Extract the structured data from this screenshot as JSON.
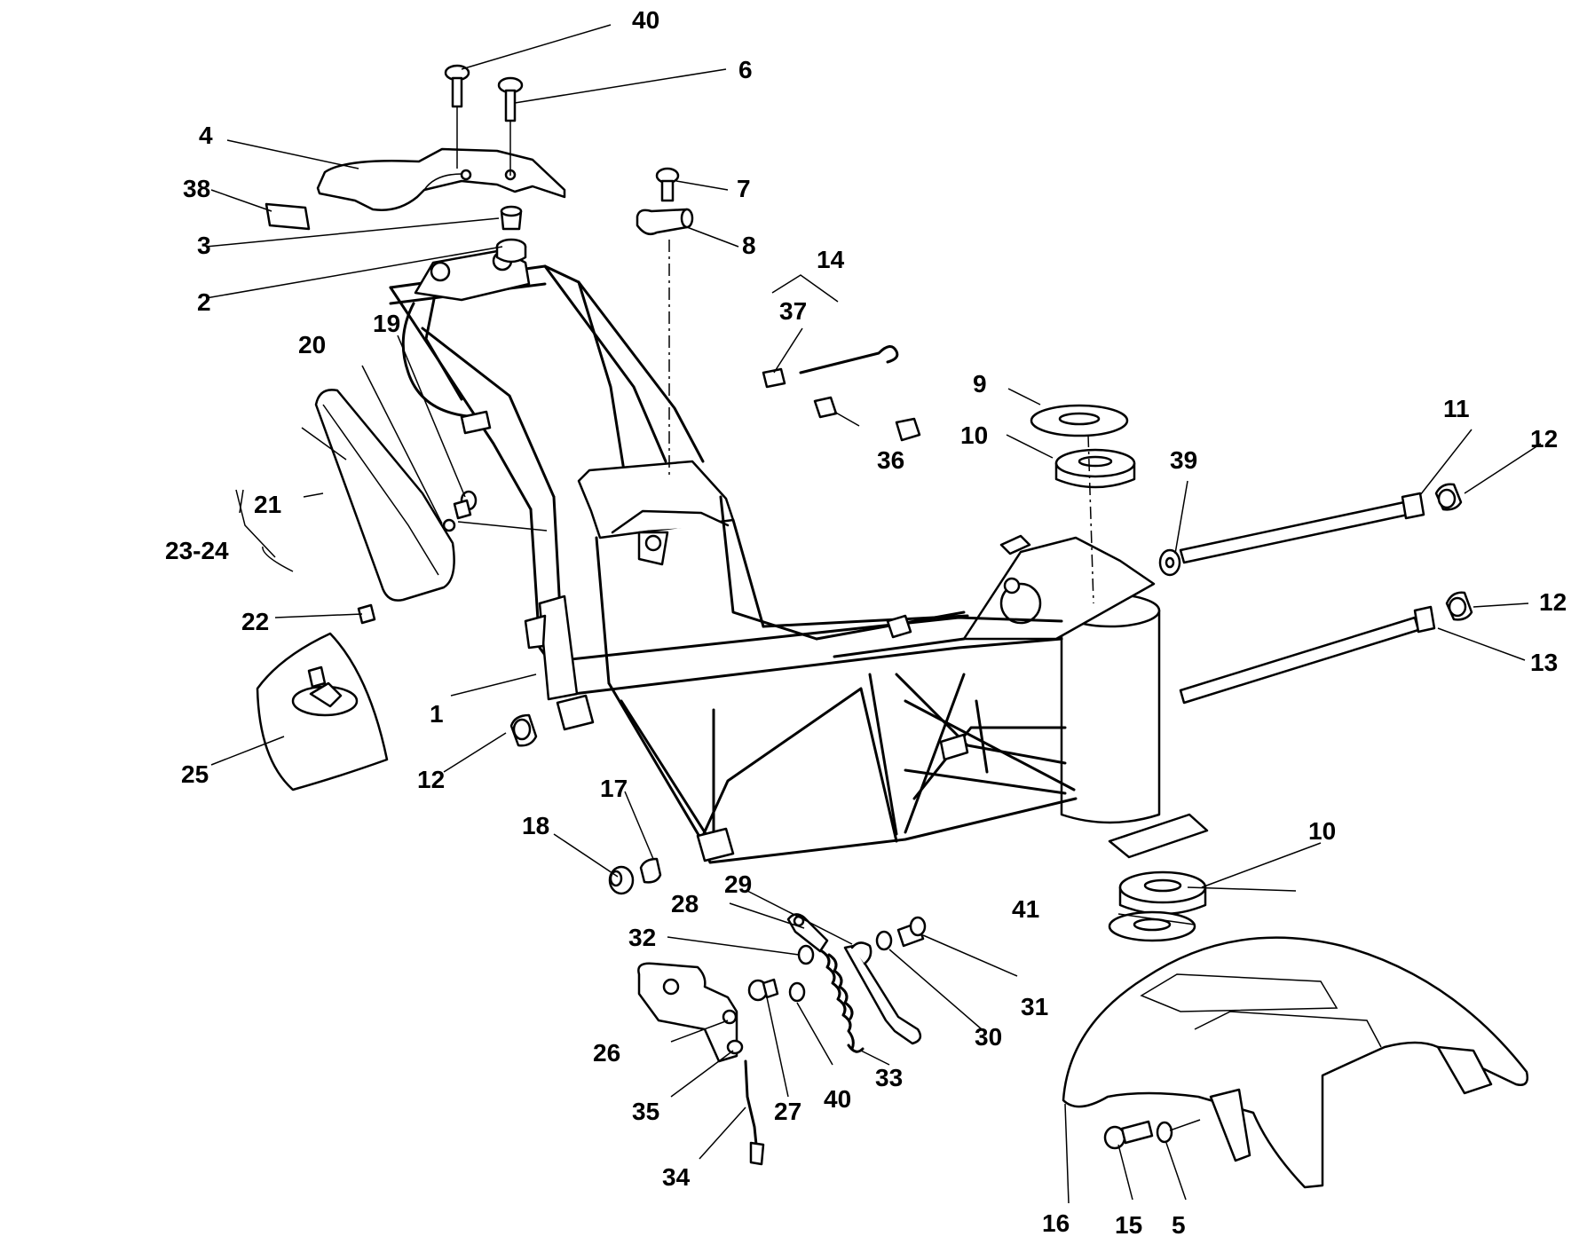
{
  "callouts": {
    "c1": "1",
    "c2": "2",
    "c3": "3",
    "c4": "4",
    "c5": "5",
    "c6": "6",
    "c7": "7",
    "c8": "8",
    "c9": "9",
    "c10a": "10",
    "c10b": "10",
    "c11": "11",
    "c12a": "12",
    "c12b": "12",
    "c12c": "12",
    "c13": "13",
    "c14": "14",
    "c15": "15",
    "c16": "16",
    "c17": "17",
    "c18": "18",
    "c19": "19",
    "c20": "20",
    "c21": "21",
    "c22": "22",
    "c2324": "23-24",
    "c25": "25",
    "c26": "26",
    "c27": "27",
    "c28": "28",
    "c29": "29",
    "c30": "30",
    "c31": "31",
    "c32": "32",
    "c33": "33",
    "c34": "34",
    "c35": "35",
    "c36": "36",
    "c37": "37",
    "c38": "38",
    "c39": "39",
    "c40a": "40",
    "c40b": "40",
    "c41": "41"
  }
}
